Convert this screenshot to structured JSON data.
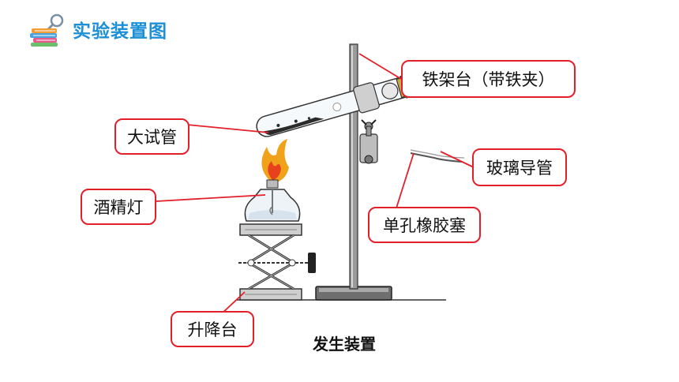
{
  "header": {
    "title": "实验装置图",
    "icon": "books-magnifier-icon"
  },
  "labels": {
    "iron_stand": "铁架台（带铁夹）",
    "test_tube": "大试管",
    "alcohol_lamp": "酒精灯",
    "glass_tube": "玻璃导管",
    "stopper": "单孔橡胶塞",
    "lift_table": "升降台"
  },
  "caption": "发生装置",
  "colors": {
    "accent": "#1d8fd6",
    "callout_border": "#e3202a",
    "flame": "#f0a21b"
  }
}
